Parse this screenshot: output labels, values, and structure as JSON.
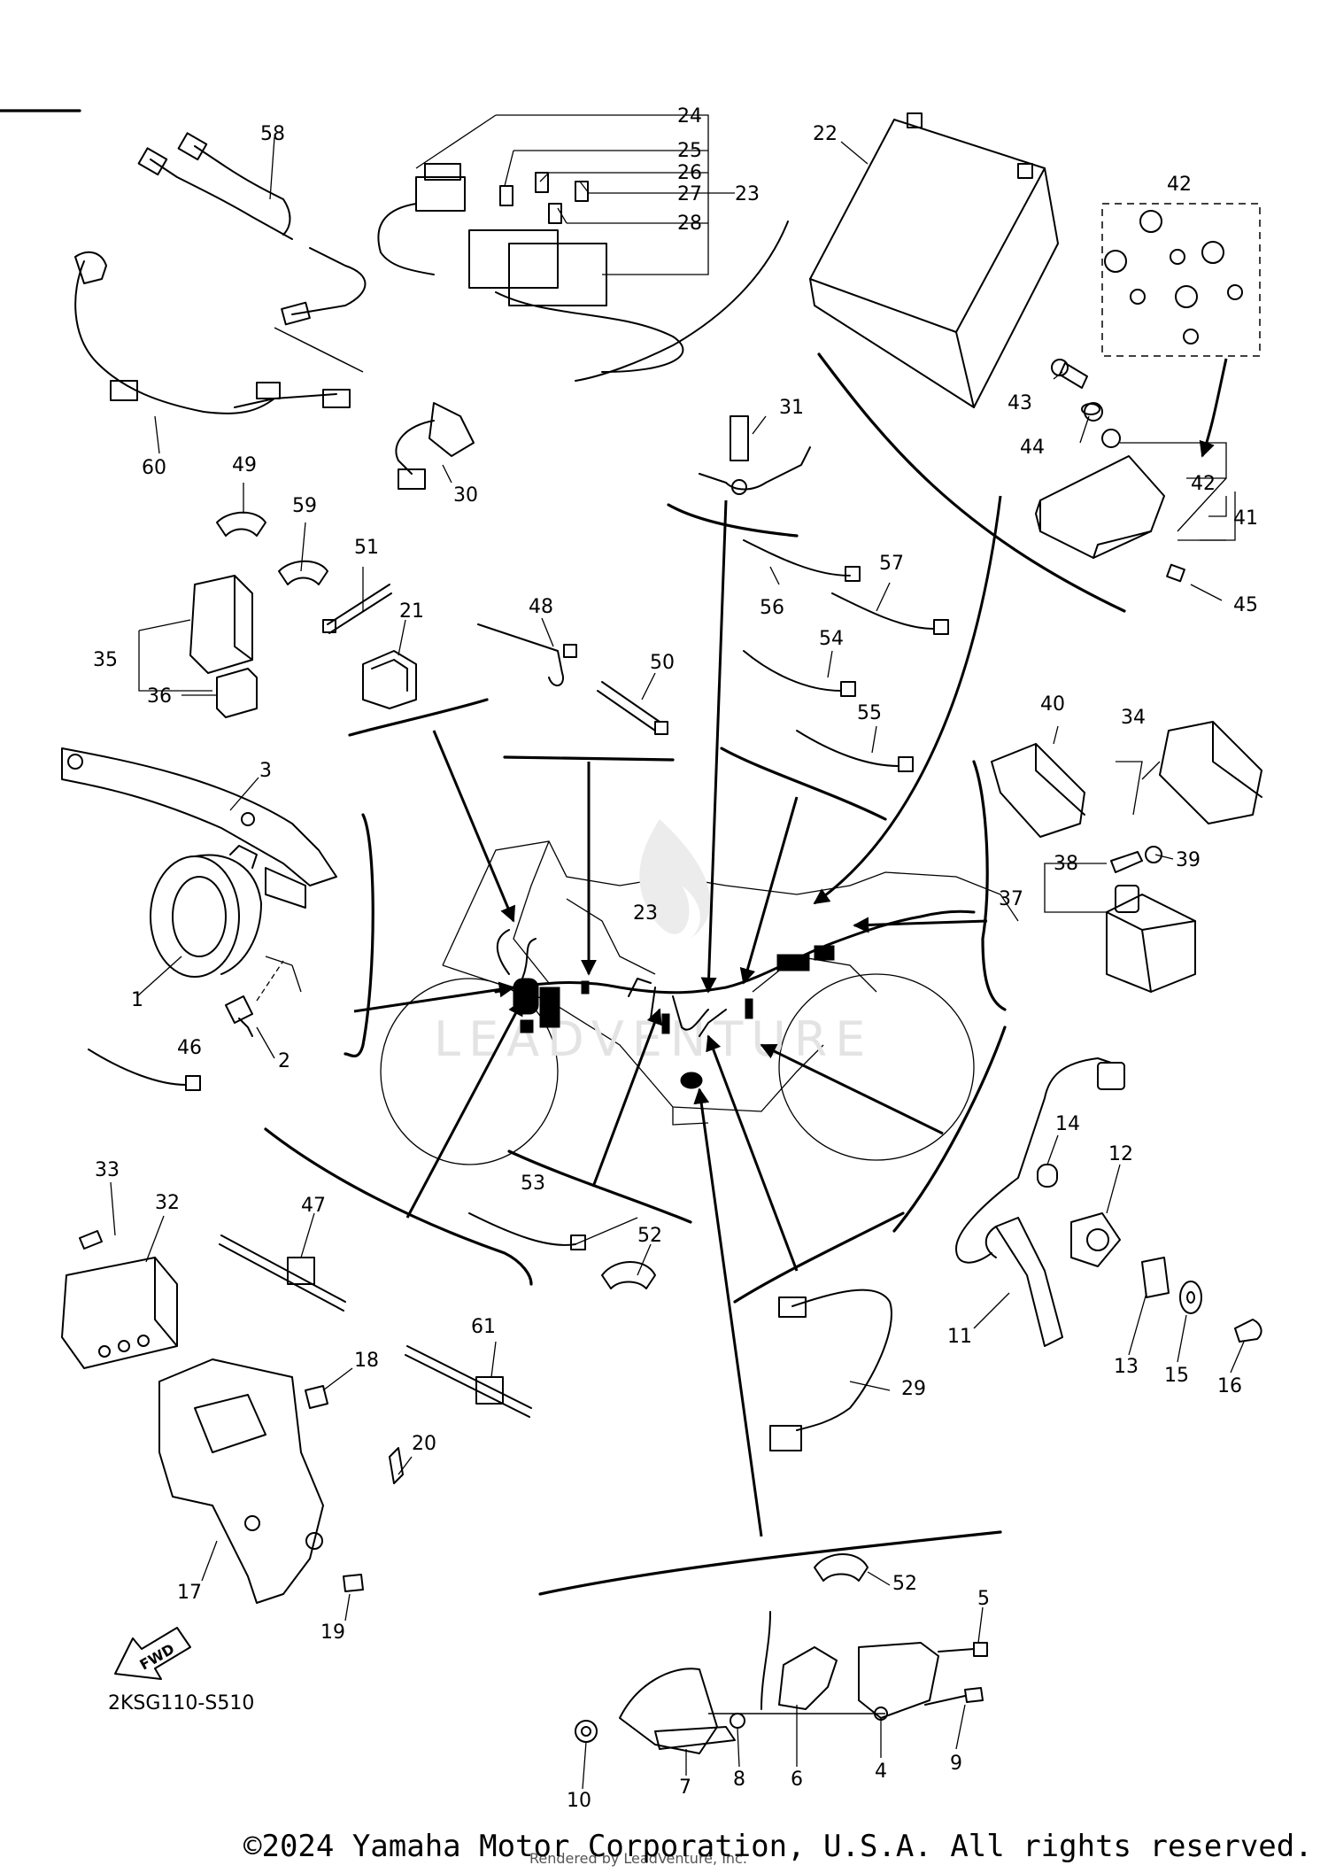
{
  "diagram": {
    "drawing_code": "2KSG110-S510",
    "copyright": "©2024 Yamaha Motor Corporation, U.S.A. All rights reserved.",
    "rendered_by": "Rendered by LeadVenture, Inc.",
    "watermark": "LEADVENTURE",
    "fwd_label": "FWD",
    "callouts": [
      {
        "id": "1"
      },
      {
        "id": "2"
      },
      {
        "id": "3"
      },
      {
        "id": "4"
      },
      {
        "id": "5"
      },
      {
        "id": "6"
      },
      {
        "id": "7"
      },
      {
        "id": "8"
      },
      {
        "id": "9"
      },
      {
        "id": "10"
      },
      {
        "id": "11"
      },
      {
        "id": "12"
      },
      {
        "id": "13"
      },
      {
        "id": "14"
      },
      {
        "id": "15"
      },
      {
        "id": "16"
      },
      {
        "id": "17"
      },
      {
        "id": "18"
      },
      {
        "id": "19"
      },
      {
        "id": "20"
      },
      {
        "id": "21"
      },
      {
        "id": "22"
      },
      {
        "id": "23"
      },
      {
        "id": "23"
      },
      {
        "id": "24"
      },
      {
        "id": "25"
      },
      {
        "id": "26"
      },
      {
        "id": "27"
      },
      {
        "id": "28"
      },
      {
        "id": "29"
      },
      {
        "id": "30"
      },
      {
        "id": "31"
      },
      {
        "id": "32"
      },
      {
        "id": "33"
      },
      {
        "id": "34"
      },
      {
        "id": "35"
      },
      {
        "id": "36"
      },
      {
        "id": "37"
      },
      {
        "id": "38"
      },
      {
        "id": "39"
      },
      {
        "id": "40"
      },
      {
        "id": "41"
      },
      {
        "id": "42"
      },
      {
        "id": "42"
      },
      {
        "id": "43"
      },
      {
        "id": "44"
      },
      {
        "id": "45"
      },
      {
        "id": "46"
      },
      {
        "id": "47"
      },
      {
        "id": "48"
      },
      {
        "id": "49"
      },
      {
        "id": "50"
      },
      {
        "id": "51"
      },
      {
        "id": "52"
      },
      {
        "id": "52"
      },
      {
        "id": "53"
      },
      {
        "id": "54"
      },
      {
        "id": "55"
      },
      {
        "id": "56"
      },
      {
        "id": "57"
      },
      {
        "id": "58"
      },
      {
        "id": "59"
      },
      {
        "id": "60"
      },
      {
        "id": "61"
      }
    ]
  }
}
